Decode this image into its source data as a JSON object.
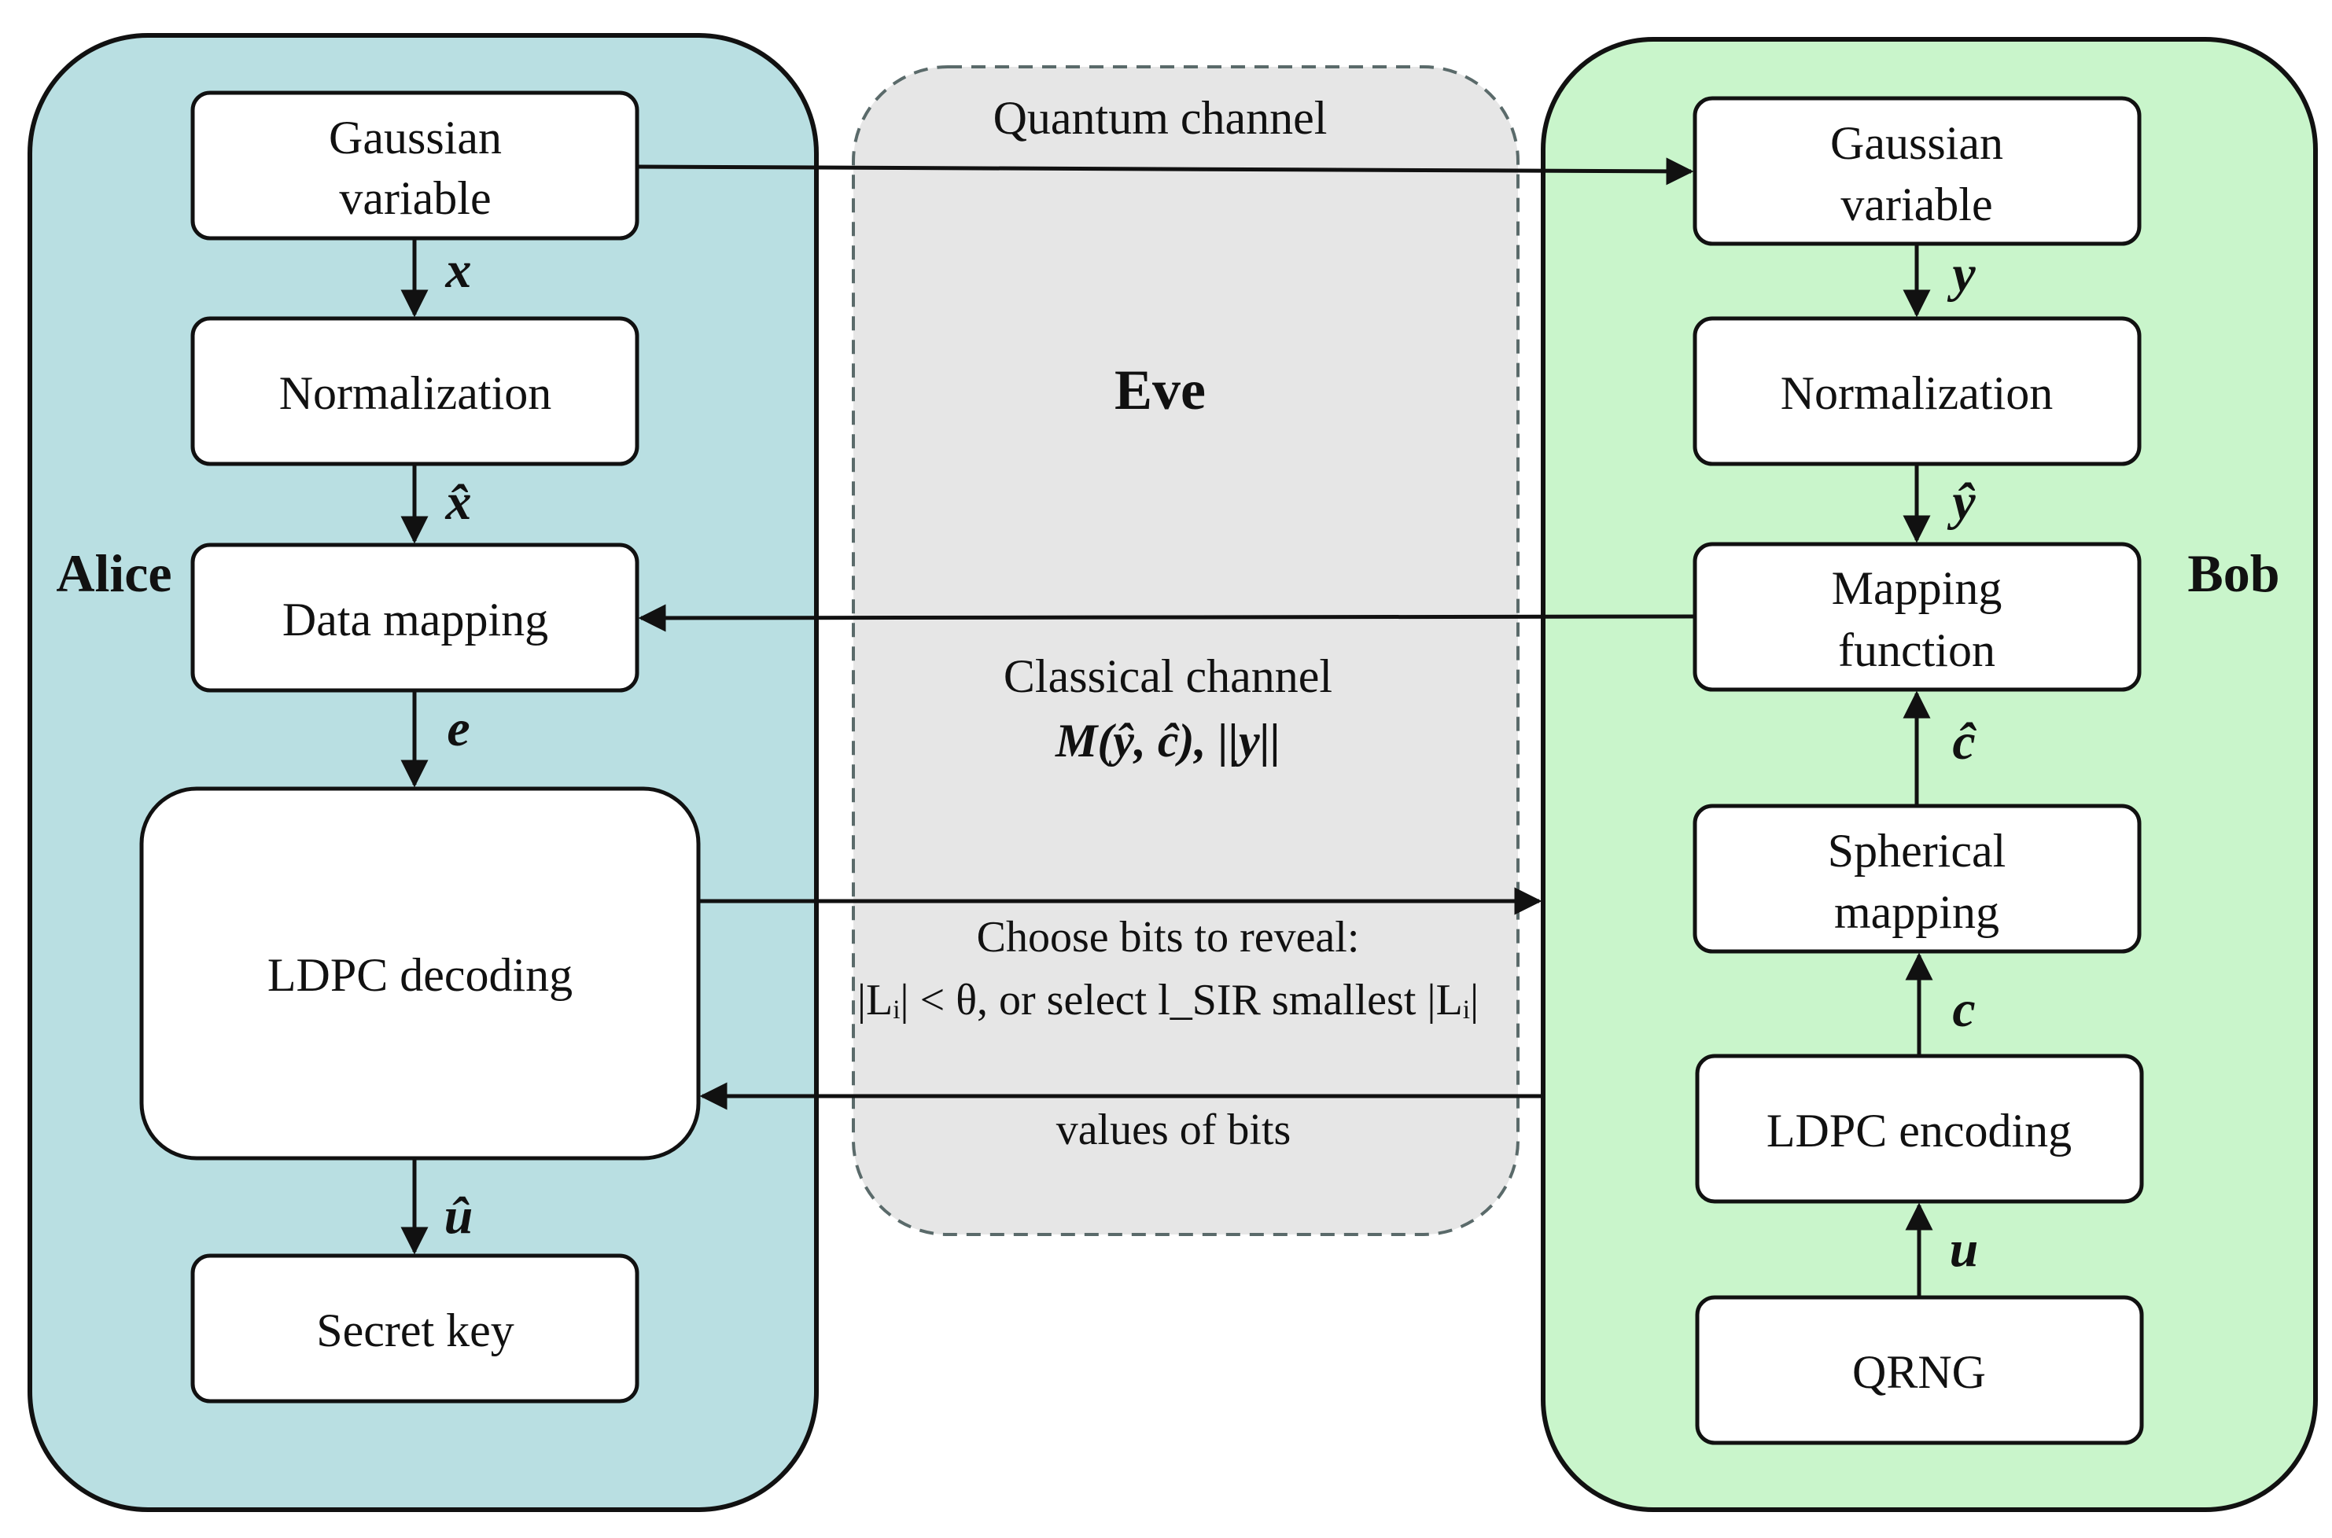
{
  "colors": {
    "alice_fill": "#b9dfe2",
    "bob_fill": "#c9f5cb",
    "eve_fill": "#e6e6e6",
    "eve_border": "#5a6a6a",
    "box_fill": "#ffffff",
    "stroke": "#111111"
  },
  "alice": {
    "label": "Alice",
    "boxes": {
      "gaussian_line1": "Gaussian",
      "gaussian_line2": "variable",
      "normalization": "Normalization",
      "data_mapping": "Data mapping",
      "ldpc_decoding": "LDPC decoding",
      "secret_key": "Secret key"
    },
    "vars": {
      "x": "x",
      "x_hat": "x̂",
      "e": "e",
      "u_hat": "û"
    }
  },
  "bob": {
    "label": "Bob",
    "boxes": {
      "gaussian_line1": "Gaussian",
      "gaussian_line2": "variable",
      "normalization": "Normalization",
      "mapping_line1": "Mapping",
      "mapping_line2": "function",
      "spherical_line1": "Spherical",
      "spherical_line2": "mapping",
      "ldpc_encoding": "LDPC encoding",
      "qrng": "QRNG"
    },
    "vars": {
      "y": "y",
      "y_hat": "ŷ",
      "c_hat": "ĉ",
      "c": "c",
      "u": "u"
    }
  },
  "eve": {
    "label": "Eve",
    "quantum_channel": "Quantum channel",
    "classical_channel": "Classical channel",
    "classical_formula": "M(ŷ, ĉ), ||y||",
    "choose_bits_line1": "Choose bits to reveal:",
    "choose_bits_line2": "|Lᵢ| < θ, or select l_SIR smallest |Lᵢ|",
    "values_of_bits": "values of bits"
  }
}
